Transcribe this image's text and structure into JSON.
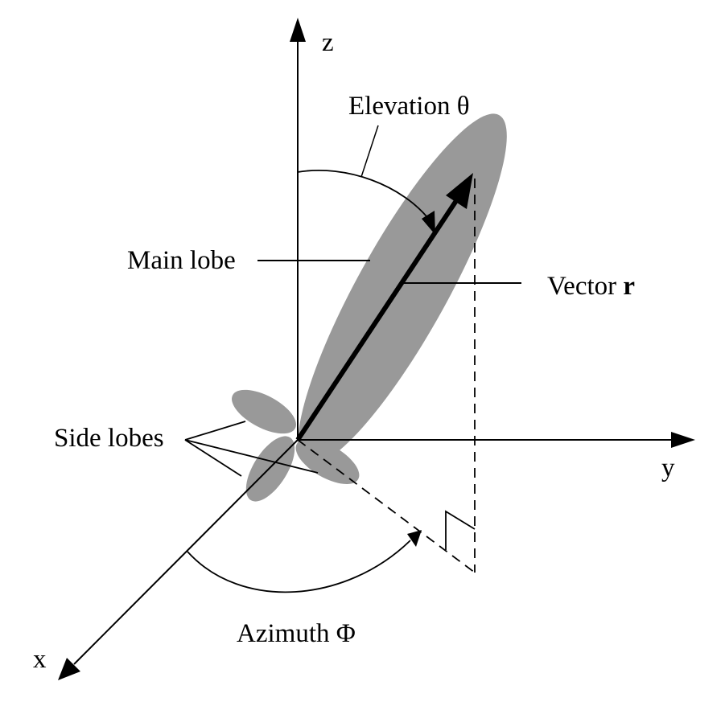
{
  "labels": {
    "axis_x": "x",
    "axis_y": "y",
    "axis_z": "z",
    "elevation": "Elevation θ",
    "azimuth": "Azimuth Φ",
    "main_lobe": "Main lobe",
    "vector_prefix": "Vector ",
    "vector_symbol": "r",
    "side_lobes": "Side lobes"
  },
  "colors": {
    "lobe_fill": "#999999",
    "line": "#000000",
    "background": "#ffffff"
  }
}
